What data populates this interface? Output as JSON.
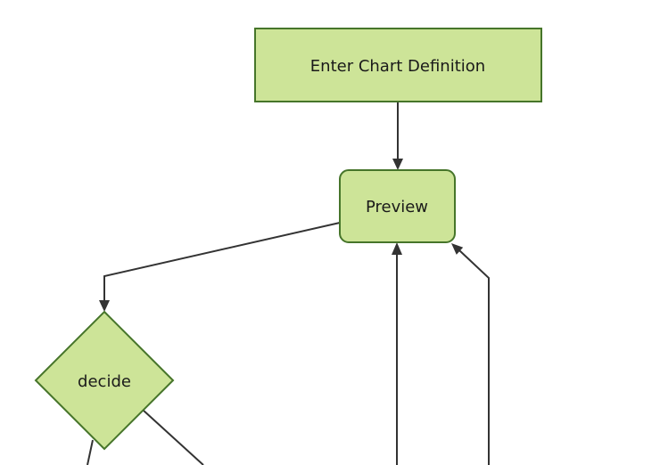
{
  "diagram": {
    "type": "flowchart",
    "background": "#ffffff",
    "colors": {
      "node_fill": "#cde498",
      "node_border": "#46752a",
      "edge_line": "#333333",
      "label_text": "#1a1a1a"
    },
    "nodes": [
      {
        "id": "enter-chart-definition",
        "label": "Enter Chart Definition",
        "shape": "rectangle"
      },
      {
        "id": "preview",
        "label": "Preview",
        "shape": "rounded-rectangle"
      },
      {
        "id": "decide",
        "label": "decide",
        "shape": "diamond"
      }
    ],
    "edges": [
      {
        "from": "enter-chart-definition",
        "to": "preview",
        "arrow": true
      },
      {
        "from": "preview",
        "to": "decide",
        "arrow": true
      },
      {
        "from": "decide",
        "to": "offscreen-bottom-left",
        "arrow": false
      },
      {
        "from": "decide",
        "to": "offscreen-bottom-right",
        "arrow": false
      },
      {
        "from": "offscreen-bottom",
        "to": "preview",
        "arrow": true
      },
      {
        "from": "offscreen-bottom-right",
        "to": "preview",
        "arrow": true
      }
    ]
  }
}
